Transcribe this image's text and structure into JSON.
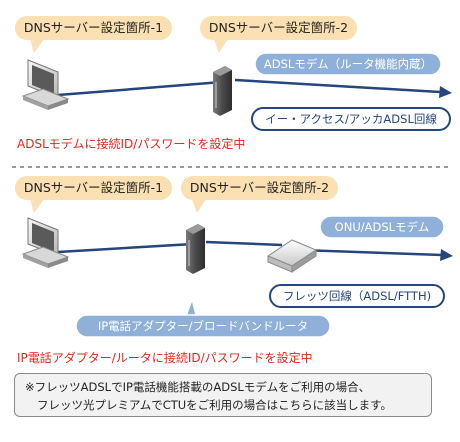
{
  "section1": {
    "callout_1": "DNSサーバー設定箇所-1",
    "callout_2": "DNSサーバー設定箇所-2",
    "modem_label": "ADSLモデム（ルータ機能内蔵）",
    "line_label": "イー・アクセス/アッカADSL回線",
    "note": "ADSLモデムに接続ID/パスワードを設定中"
  },
  "section2": {
    "callout_1": "DNSサーバー設定箇所-1",
    "callout_2": "DNSサーバー設定箇所-2",
    "modem_label": "ONU/ADSLモデム",
    "line_label": "フレッツ回線（ADSL/FTTH)",
    "adapter_label": "IP電話アダプター/ブロードバンドルータ",
    "note": "IP電話アダプター/ルータに接続ID/パスワードを設定中"
  },
  "footnote": {
    "line1": "※フレッツADSLでIP電話機能搭載のADSLモデムをご利用の場合、",
    "line2": "フレッツ光プレミアムでCTUをご利用の場合はこちらに該当します。"
  },
  "colors": {
    "callout_fill": "#fbe0b4",
    "pill_fill": "#8fb0d8",
    "arrow": "#26457e",
    "red_text": "#e8251b"
  }
}
